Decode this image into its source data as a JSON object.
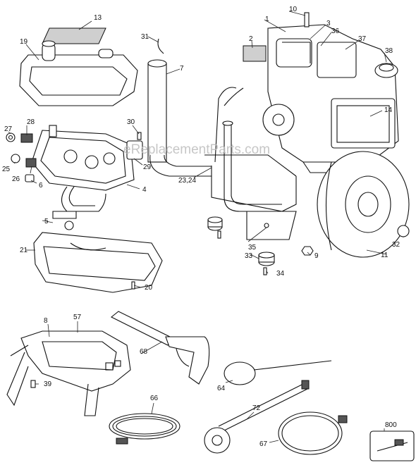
{
  "watermark": "eReplacementParts.com",
  "labels": {
    "p1": "1",
    "p2": "2",
    "p3": "3",
    "p4": "4",
    "p5": "5",
    "p6": "6",
    "p7": "7",
    "p8": "8",
    "p9": "9",
    "p10": "10",
    "p11": "11",
    "p13": "13",
    "p14": "14",
    "p19": "19",
    "p20": "20",
    "p21": "21",
    "p23_24": "23,24",
    "p25": "25",
    "p26": "26",
    "p27": "27",
    "p28": "28",
    "p29": "29",
    "p30": "30",
    "p31": "31",
    "p32": "32",
    "p33": "33",
    "p34": "34",
    "p35": "35",
    "p36": "36",
    "p37": "37",
    "p38": "38",
    "p39": "39",
    "p57": "57",
    "p64": "64",
    "p66": "66",
    "p67": "67",
    "p68": "68",
    "p72": "72",
    "p800": "800"
  }
}
